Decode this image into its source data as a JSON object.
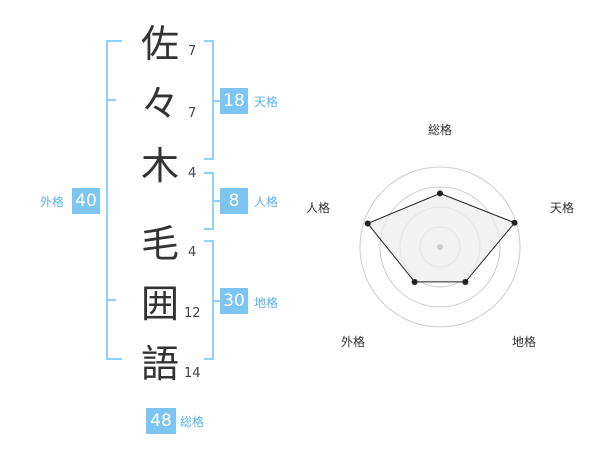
{
  "name": {
    "characters": [
      {
        "char": "佐",
        "strokes": "7"
      },
      {
        "char": "々",
        "strokes": "7"
      },
      {
        "char": "木",
        "strokes": "4"
      },
      {
        "char": "毛",
        "strokes": "4"
      },
      {
        "char": "囲",
        "strokes": "12"
      },
      {
        "char": "語",
        "strokes": "14"
      }
    ]
  },
  "fortune": {
    "tenkaku": {
      "value": "18",
      "label": "天格"
    },
    "jinkaku": {
      "value": "8",
      "label": "人格"
    },
    "chikaku": {
      "value": "30",
      "label": "地格"
    },
    "gaikaku": {
      "value": "40",
      "label": "外格"
    },
    "soukaku": {
      "value": "48",
      "label": "総格"
    }
  },
  "chart_data": {
    "type": "radar",
    "axes": [
      "総格",
      "天格",
      "地格",
      "外格",
      "人格"
    ],
    "values": [
      0.67,
      0.98,
      0.54,
      0.54,
      0.95
    ],
    "max": 1,
    "rings": 4,
    "colors": {
      "fill": "#eeeeee",
      "line": "#222222",
      "ring": "#cccccc",
      "center": "#cccccc"
    }
  }
}
